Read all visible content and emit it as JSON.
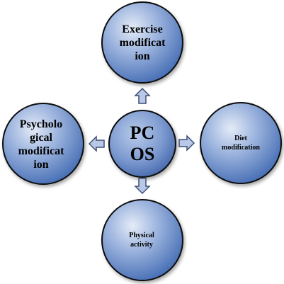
{
  "diagram": {
    "center": {
      "label": "PC\nOS"
    },
    "top": {
      "label": "Exercise\nmodificat\nion"
    },
    "right": {
      "label": "Diet\nmodification"
    },
    "bottom": {
      "label": "Physical\nactivity"
    },
    "left": {
      "label": "Psycholo\ngical\nmodificat\nion"
    }
  },
  "colors": {
    "circle_fill_light": "#c9d6ec",
    "circle_fill_dark": "#3f68b1",
    "circle_stroke": "#0a0a0a",
    "arrow_fill": "#b9c8e6",
    "arrow_stroke": "#3d4f73"
  }
}
